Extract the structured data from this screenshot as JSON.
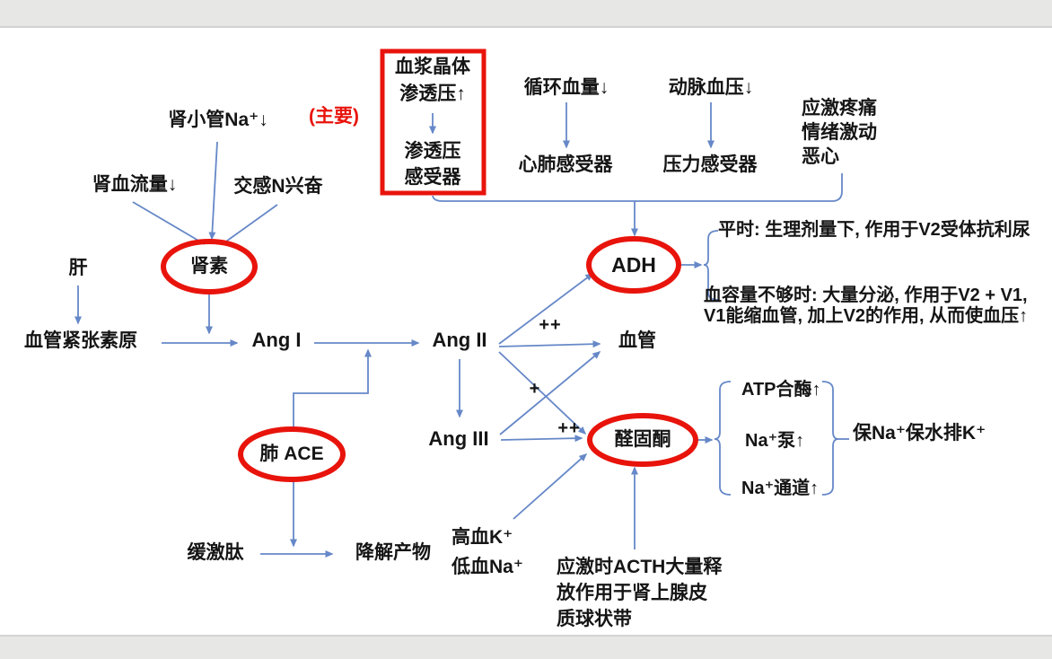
{
  "colors": {
    "line": "#6688c8",
    "red": "#e8140c",
    "text": "#151515",
    "bar": "#e7e7e6"
  },
  "renin_branch": {
    "tubule_na": "肾小管Na⁺↓",
    "main_tag": "(主要)",
    "renal_blood_flow": "肾血流量↓",
    "sympathetic": "交感N兴奋",
    "liver": "肝",
    "renin": "肾素",
    "angiotensinogen": "血管紧张素原",
    "ang1": "Ang I",
    "ang2": "Ang II",
    "ang3": "Ang III",
    "vessel": "血管",
    "plus2_top": "++",
    "plus1": "+",
    "plus2_bottom": "++",
    "lung_ace": "肺 ACE",
    "bradykinin": "缓激肽",
    "degradation": "降解产物"
  },
  "adh_branch": {
    "osmotic_box": "血浆晶体\n渗透压↑",
    "osmoreceptor": "渗透压\n感受器",
    "circulating_volume": "循环血量↓",
    "cardiopulmonary_receptor": "心肺感受器",
    "arterial_bp": "动脉血压↓",
    "baroreceptor": "压力感受器",
    "stress": "应激疼痛\n情绪激动\n恶心",
    "adh": "ADH",
    "normal_effect": "平时: 生理剂量下, 作用于V2受体抗利尿",
    "low_volume_effect": "血容量不够时: 大量分泌, 作用于V2 + V1,\nV1能缩血管, 加上V2的作用, 从而使血压↑"
  },
  "aldosterone_branch": {
    "aldosterone": "醛固酮",
    "atp_synthase": "ATP合酶↑",
    "na_pump": "Na⁺泵↑",
    "na_channel": "Na⁺通道↑",
    "effect": "保Na⁺保水排K⁺",
    "high_k_low_na": "高血K⁺\n低血Na⁺",
    "acth": "应激时ACTH大量释\n放作用于肾上腺皮\n质球状带"
  }
}
